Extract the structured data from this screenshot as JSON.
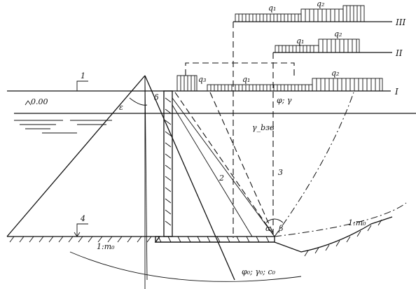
{
  "load_cases": {
    "case_III": "III",
    "case_II": "II",
    "case_I": "I"
  },
  "loads": {
    "q1_top": "q₁",
    "q2_top": "q₂",
    "q1_mid": "q₁",
    "q2_mid": "q₂",
    "q3": "q₃",
    "q1_low": "q₁",
    "q2_low": "q₂"
  },
  "levels": {
    "zero_mark": "0.00",
    "top_marker": "1",
    "bottom_marker": "4"
  },
  "soil": {
    "fill": "φ; γ",
    "submerged": "γ_bзв",
    "base": "φ₀; γ₀; c₀",
    "slope_left": "1:m₀",
    "slope_right": "1:m₀"
  },
  "surfaces": {
    "s2": "2",
    "s3": "3"
  },
  "angles": {
    "alpha": "α",
    "beta": "β",
    "delta": "δ",
    "eps": "ε"
  }
}
